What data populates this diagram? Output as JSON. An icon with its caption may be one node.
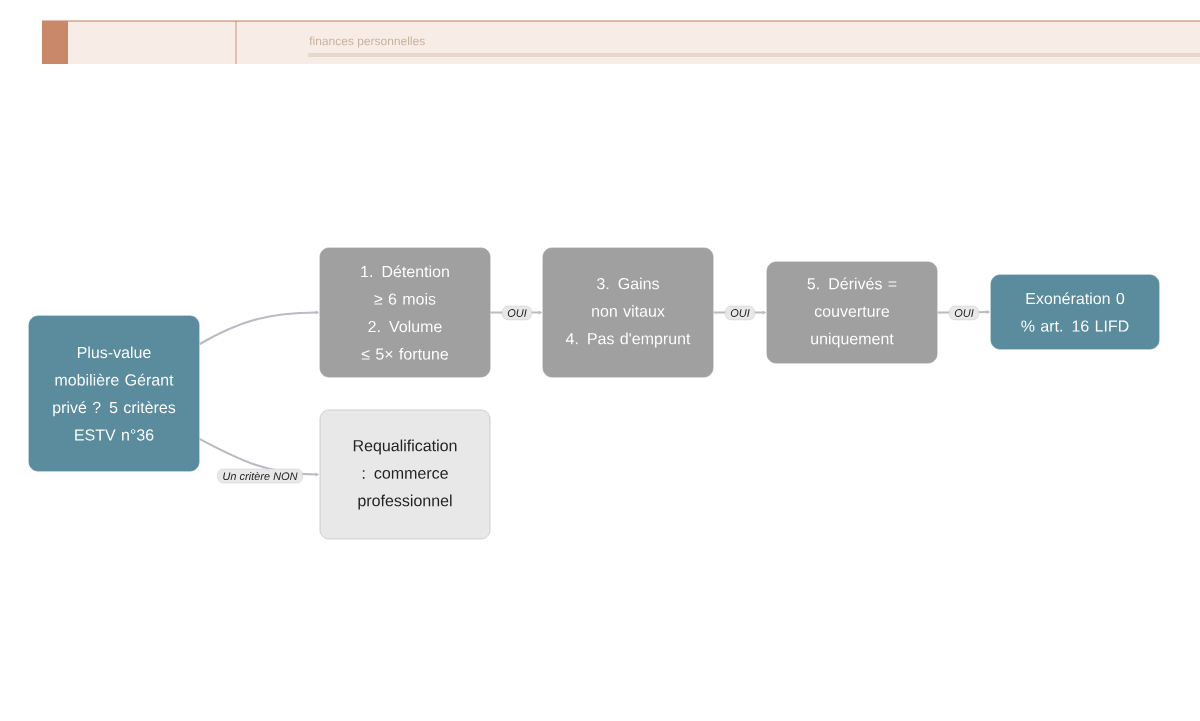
{
  "diagram": {
    "nodes": [
      {
        "text": [
          "Plus-value mobilière Gérant privé ? 5 critères ESTV n°36"
        ]
      },
      {
        "text": [
          "1. Détention ≥ 6 mois",
          "2. Volume ≤ 5× fortune"
        ]
      },
      {
        "text": [
          "3. Gains non vitaux",
          "4. Pas d'emprunt"
        ]
      },
      {
        "text": [
          "5. Dérivés = couverture uniquement"
        ]
      },
      {
        "text": [
          "Exonération 0 % art. 16 LIFD"
        ]
      },
      {
        "text": [
          "Requalification : commerce professionnel"
        ]
      }
    ],
    "edges": [
      {
        "from": 0,
        "to": 1,
        "arrow": "to"
      },
      {
        "from": 1,
        "to": 2,
        "arrow": "to",
        "label": "OUI"
      },
      {
        "from": 2,
        "to": 3,
        "arrow": "to",
        "label": "OUI"
      },
      {
        "from": 3,
        "to": 4,
        "arrow": "to",
        "label": "OUI"
      },
      {
        "from": 0,
        "to": 5,
        "arrow": "to",
        "label": "Un critère NON"
      }
    ],
    "labels": [
      "finances personnelles"
    ]
  }
}
